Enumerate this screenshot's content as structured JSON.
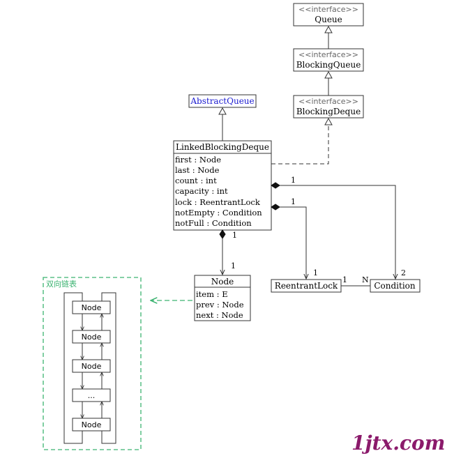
{
  "colors": {
    "line": "#333333",
    "link_text": "#1a1ad0",
    "stereo_text": "#666666",
    "dash_green": "#3cb371",
    "watermark": "#8b1a6b"
  },
  "stereotype": "<<interface>>",
  "queue": {
    "name": "Queue"
  },
  "blocking_queue": {
    "name": "BlockingQueue"
  },
  "blocking_deque": {
    "name": "BlockingDeque"
  },
  "abstract_queue": {
    "name": "AbstractQueue"
  },
  "linked_blocking_deque": {
    "name": "LinkedBlockingDeque",
    "fields": [
      "first : Node",
      "last : Node",
      "count : int",
      "capacity : int",
      "lock : ReentrantLock",
      "notEmpty : Condition",
      "notFull : Condition"
    ]
  },
  "node_class": {
    "name": "Node",
    "fields": [
      "item : E",
      "prev : Node",
      "next : Node"
    ]
  },
  "reentrant_lock": {
    "name": "ReentrantLock"
  },
  "condition": {
    "name": "Condition"
  },
  "multiplicity": {
    "lbd_node_src": "1",
    "lbd_node_dst": "1",
    "lbd_condition": "1",
    "lbd_lock": "1",
    "lock_dst": "1",
    "condition_dst": "2",
    "lock_condition_lock": "1",
    "lock_condition_cond": "N"
  },
  "linked_list": {
    "title": "双向链表",
    "nodes": [
      "Node",
      "Node",
      "Node",
      "...",
      "Node"
    ]
  },
  "watermark": "1jtx.com"
}
